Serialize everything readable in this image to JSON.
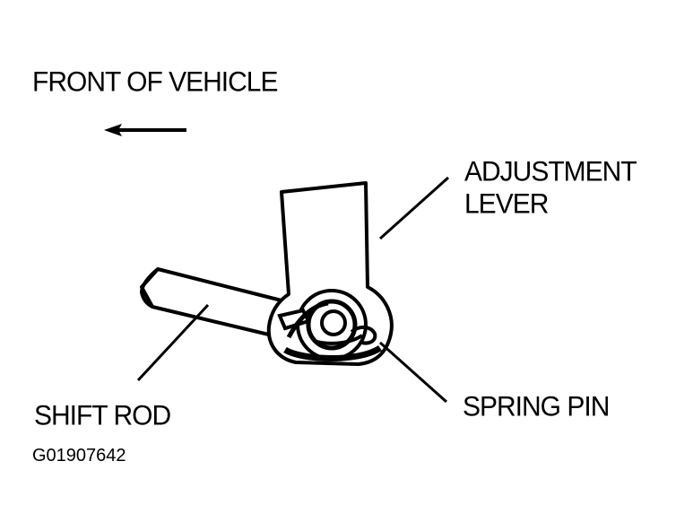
{
  "labels": {
    "front_of_vehicle": "FRONT OF VEHICLE",
    "adjustment_lever_line1": "ADJUSTMENT",
    "adjustment_lever_line2": "LEVER",
    "shift_rod": "SHIFT ROD",
    "spring_pin": "SPRING PIN",
    "figure_id": "G01907642"
  },
  "colors": {
    "ink": "#000000",
    "background": "#ffffff"
  },
  "icons": {
    "direction_arrow": "left-arrow-icon"
  }
}
